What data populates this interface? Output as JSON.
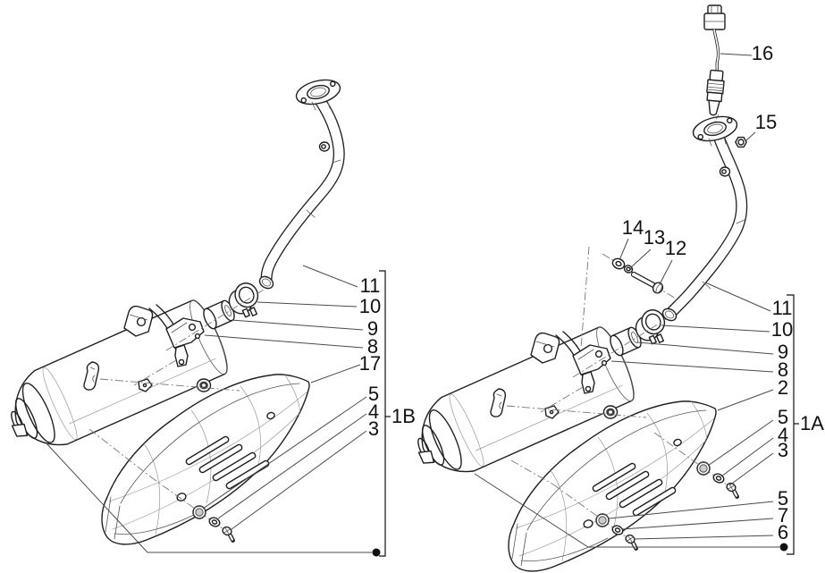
{
  "canvas": {
    "background": "#ffffff",
    "line_color": "#1f1f1f",
    "leader_color": "#4a4a4a"
  },
  "diagrams": [
    {
      "group_label": "1B",
      "callouts": [
        "11",
        "10",
        "9",
        "8",
        "17",
        "5",
        "4",
        "3"
      ]
    },
    {
      "group_label": "1A",
      "callouts_top": [
        "16",
        "15"
      ],
      "callouts_bolt_group": [
        "14",
        "13",
        "12"
      ],
      "callouts": [
        "11",
        "10",
        "9",
        "8",
        "2",
        "5",
        "4",
        "3",
        "5",
        "7",
        "6"
      ]
    }
  ]
}
